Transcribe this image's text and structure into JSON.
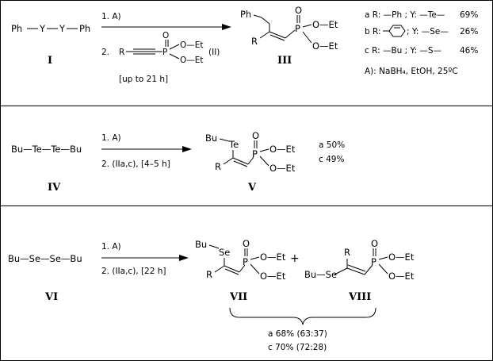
{
  "scheme1": {
    "reactant_1": "Ph",
    "reactant_2": "Y",
    "reactant_3": "Y",
    "reactant_4": "Ph",
    "label_I": "I",
    "arrow_top": "1. A)",
    "arrow_bottom_num": "2.",
    "reagent_R": "R",
    "reagent_P": "P",
    "reagent_O": "O",
    "reagent_OEt_1": "O—Et",
    "reagent_OEt_2": "O—Et",
    "reagent_label": "(II)",
    "time": "[up to 21 h]",
    "product_Ph": "Ph",
    "product_R": "R",
    "product_P": "P",
    "product_O": "O",
    "product_OEt_1": "O—Et",
    "product_OEt_2": "O—Et",
    "label_III": "III",
    "key_a": "a R: —Ph ; Y: —Te—",
    "key_a_yield": "69%",
    "key_b_left": "b R:",
    "key_b_right": "; Y: —Se—",
    "key_b_yield": "26%",
    "key_c": "c R: —Bu ; Y: —S—",
    "key_c_yield": "46%",
    "conditions": "A):  NaBH₄,   EtOH,   25ºC"
  },
  "scheme2": {
    "reactant": "Bu—Te—Te—Bu",
    "label_IV": "IV",
    "arrow_top": "1. A)",
    "arrow_bottom": "2. (IIa,c), [4–5 h]",
    "product_Bu": "Bu",
    "product_Te": "Te",
    "product_R": "R",
    "product_P": "P",
    "product_O": "O",
    "product_OEt_1": "O—Et",
    "product_OEt_2": "O—Et",
    "label_V": "V",
    "yield_a": "a 50%",
    "yield_c": "c 49%"
  },
  "scheme3": {
    "reactant": "Bu—Se—Se—Bu",
    "label_VI": "VI",
    "arrow_top": "1. A)",
    "arrow_bottom": "2. (IIa,c), [22 h]",
    "p1_Bu": "Bu",
    "p1_Se": "Se",
    "p1_R": "R",
    "p1_P": "P",
    "p1_O": "O",
    "p1_OEt_1": "O—Et",
    "p1_OEt_2": "O—Et",
    "plus": "+",
    "p2_BuSe": "Bu—Se",
    "p2_R": "R",
    "p2_P": "P",
    "p2_O": "O",
    "p2_OEt_1": "O—Et",
    "p2_OEt_2": "O—Et",
    "label_VII": "VII",
    "label_VIII": "VIII",
    "yield_a": "a 68% (63:37)",
    "yield_c": "c 70% (72:28)"
  }
}
